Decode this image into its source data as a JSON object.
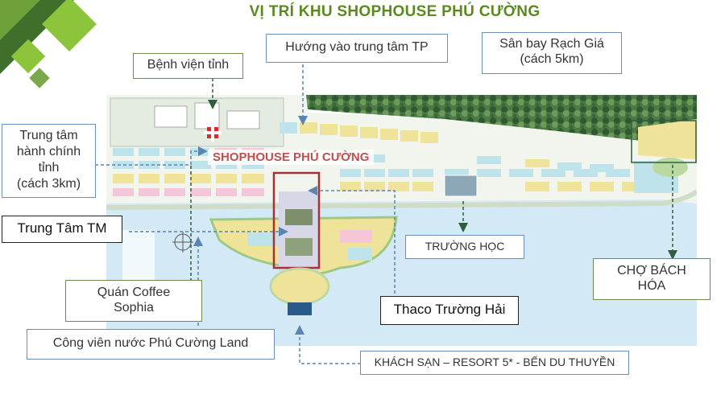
{
  "title": "VỊ TRÍ KHU SHOPHOUSE PHÚ CƯỜNG",
  "map_title": "SHOPHOUSE PHÚ CƯỜNG",
  "labels": {
    "benh_vien": "Bệnh viện tỉnh",
    "huong_vao": "Hướng vào trung tâm TP",
    "san_bay_1": "Sân bay Rạch Giá",
    "san_bay_2": "(cách 5km)",
    "hanh_chinh_1": "Trung tâm",
    "hanh_chinh_2": "hành chính",
    "hanh_chinh_3": "tỉnh",
    "hanh_chinh_4": "(cách 3km)",
    "trung_tam_tm": "Trung Tâm TM",
    "truong_hoc": "TRƯỜNG HỌC",
    "quan_coffee_1": "Quán Coffee",
    "quan_coffee_2": "Sophia",
    "thaco": "Thaco Trường Hải",
    "cho_1": "CHỢ BÁCH",
    "cho_2": "HÓA",
    "cong_vien": "Công viên nước Phú Cường Land",
    "khach_san": "KHÁCH SẠN – RESORT 5* - BẾN DU THUYỀN"
  },
  "colors": {
    "title": "#5a8a1e",
    "map_title": "#c0504d",
    "highlight_frame": "#a83232",
    "arrow_blue": "#5b84b1",
    "arrow_green": "#2e5e3e",
    "sea": "#cfe6f5",
    "lot_yellow": "#efe39a",
    "lot_pink": "#f4c6d8",
    "lot_cyan": "#bfe3ea",
    "forest": "#3f6b3b"
  }
}
